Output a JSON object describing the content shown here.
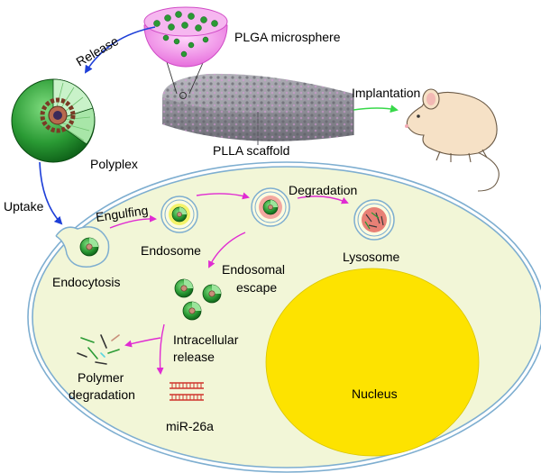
{
  "labels": {
    "plga": "PLGA microsphere",
    "release": "Release",
    "polyplex": "Polyplex",
    "plla": "PLLA scaffold",
    "implantation": "Implantation",
    "uptake": "Uptake",
    "engulfing": "Engulfing",
    "degradation": "Degradation",
    "endocytosis": "Endocytosis",
    "endosome": "Endosome",
    "lysosome": "Lysosome",
    "endosomal_1": "Endosomal",
    "endosomal_2": "escape",
    "intracellular_1": "Intracellular",
    "intracellular_2": "release",
    "polymer_1": "Polymer",
    "polymer_2": "degradation",
    "nucleus": "Nucleus",
    "mirna": "miR-26a"
  },
  "colors": {
    "cell_fill": "#f2f6d7",
    "cell_outline": "#7eaed0",
    "nucleus": "#fde300",
    "polyplex_green": "#1f8a2a",
    "microsphere_pink": "#f07ae6",
    "arrow_magenta": "#e02bd2",
    "arrow_blue": "#1e3fd8",
    "arrow_green": "#38d84a",
    "scaffold_grey": "#8f8f98",
    "mouse": "#f6e1c6",
    "mirna_red": "#d0342c"
  }
}
